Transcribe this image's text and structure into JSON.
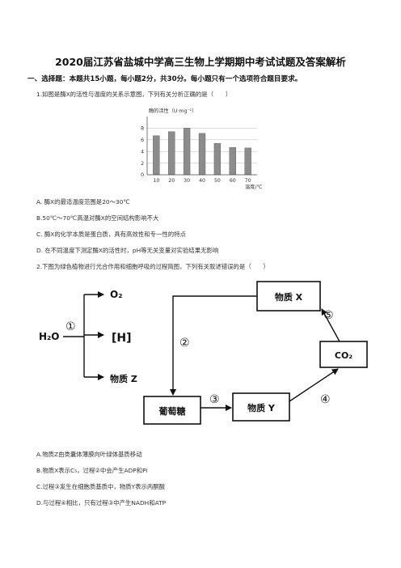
{
  "title": "2020届江苏省盐城中学高三生物上学期期中考试试题及答案解析",
  "section_heading": "一、选择题：本题共15小题，每小题2分，共30分。每小题只有一个选项符合题目要求。",
  "q1": {
    "stem": "1.如图是酶X的活性与温度的关系示意图，下列有关分析正确的是（　　）",
    "options": [
      "A. 酶X的最适温度范围是20～30℃",
      "B.50℃～70℃高温对酶X的空间结构影响不大",
      "C. 酶X的化学本质是蛋白质，具有高效性和专一性的特点",
      "D. 在不同温度下测定酶X的活性时，pH等无关变量对实验结果无影响"
    ]
  },
  "chart_data": {
    "type": "bar",
    "title": "",
    "ylabel": "酶的活性（U·mg⁻¹）",
    "xlabel": "温度/℃",
    "categories": [
      "10",
      "20",
      "30",
      "40",
      "50",
      "60",
      "70"
    ],
    "values": [
      6.7,
      7.4,
      8.0,
      7.1,
      5.4,
      4.7,
      4.6
    ],
    "ylim": [
      0,
      10
    ],
    "yticks": [
      "0",
      "2",
      "4",
      "6",
      "8"
    ],
    "grid": true,
    "bar_color": "#8c8c8c"
  },
  "q2": {
    "stem": "2.下图为绿色植物进行光合作用和细胞呼吸的过程简图，下列有关叙述错误的是（　　）",
    "options": [
      "A.物质Z由类囊体薄膜向叶绿体基质移动",
      "B.物质X表示C₅，过程②中会产生ADP和Pi",
      "C.过程③发生在细胞质基质中，物质Y表示丙酮酸",
      "D.与过程④相比，只有过程③中产生NADH和ATP"
    ]
  },
  "diagram": {
    "h2o": "H₂O",
    "o2": "O₂",
    "h": "[H]",
    "z": "物质 Z",
    "x": "物质 X",
    "glucose": "葡萄糖",
    "y": "物质 Y",
    "co2": "CO₂",
    "n1": "①",
    "n2": "②",
    "n3": "③",
    "n4": "④",
    "n5": "⑤"
  }
}
